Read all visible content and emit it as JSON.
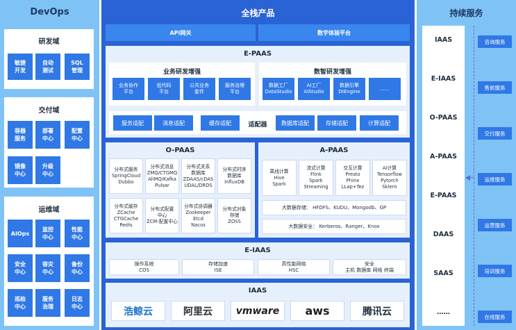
{
  "devops": {
    "title": "DevOps",
    "rd": {
      "title": "研发域",
      "items": [
        "敏捷\n开发",
        "自动\n测试",
        "SQL\n管理"
      ]
    },
    "delivery": {
      "title": "交付域",
      "items": [
        "容器\n服务",
        "部署\n中心",
        "配置\n中心",
        "镜像\n中心",
        "升级\n中心"
      ]
    },
    "ops": {
      "title": "运维域",
      "items": [
        "AIOps",
        "监控\n中心",
        "性能\n中心",
        "安全\n中心",
        "容灾\n中心",
        "备份\n中心",
        "巡检\n中心",
        "服务\n治理",
        "日志\n中心"
      ]
    }
  },
  "fullstack": {
    "title": "全栈产品",
    "top_bars": [
      "API网关",
      "数字体验平台"
    ],
    "epaas": {
      "title": "E-PAAS",
      "business": {
        "title": "业务研发增强",
        "items": [
          "业务协作\n平台",
          "低代码\n平台",
          "公共业务\n套件",
          "服务治理\n平台"
        ]
      },
      "data": {
        "title": "数智研发增强",
        "items": [
          "数据工厂\nDataStudio",
          "AI工厂\nAIStudio",
          "数据引擎\nDIEngine",
          "……"
        ]
      },
      "adapters": {
        "left": [
          "服务适配",
          "消息适配",
          "缓存适配"
        ],
        "label": "适配器",
        "right": [
          "数据库适配",
          "存储适配",
          "计算适配"
        ]
      }
    },
    "opaas": {
      "title": "O-PAAS",
      "items": [
        "分布式服务\nSpringCloud\nDubbo",
        "分布式消息\nZMQ/CTGMQ\nAliMQ/Kafka\nPulsar",
        "分布式关系\n数据库\nZDAAS/cDAS\nUDAL/DRDS",
        "分布式时序\n数据库\nInfluxDB",
        "分布式缓存\nZCache\nCTGCache\nRedis",
        "分布式配置\n中心\nZCM-配置中心",
        "分布式协调器\nZookeeper\nEtcd\nNacos",
        "分布式对象\n存储\nZOSS"
      ]
    },
    "apaas": {
      "title": "A-PAAS",
      "items": [
        "离线计算\nHive\nSpark",
        "流式计算\nFlink\nSpark\nStreaming",
        "交互计算\nPresto\nPhinx\nLLap+Tez",
        "AI计算\nTensorflow\nPytorch\nSklern"
      ],
      "storage": "大数据存储：  HFDFS、KUDU、Mongodb、GP",
      "security": "大数据安全：  Kerberos、Ranger、Knox"
    },
    "eiaas": {
      "title": "E-IAAS",
      "items": [
        "操作系统\nCOS",
        "存储加速\nISE",
        "高性能网络\nHSC",
        "安全\n主机 数据库 网络 终端"
      ]
    },
    "iaas": {
      "title": "IAAS",
      "logos": [
        "浩鲸云",
        "阿里云",
        "vmware",
        "aws",
        "腾讯云"
      ]
    }
  },
  "service": {
    "title": "持续服务",
    "levels": [
      "IAAS",
      "E-IAAS",
      "O-PAAS",
      "A-PAAS",
      "E-PAAS",
      "DAAS",
      "SAAS",
      "……"
    ],
    "items": [
      "咨询服务",
      "售前服务",
      "交付服务",
      "运维服务",
      "运营服务",
      "培训服务",
      "在线服务"
    ]
  },
  "colors": {
    "panel": "#7fc3f6",
    "main": "#2a63d6",
    "tile": "#2f78e6"
  }
}
